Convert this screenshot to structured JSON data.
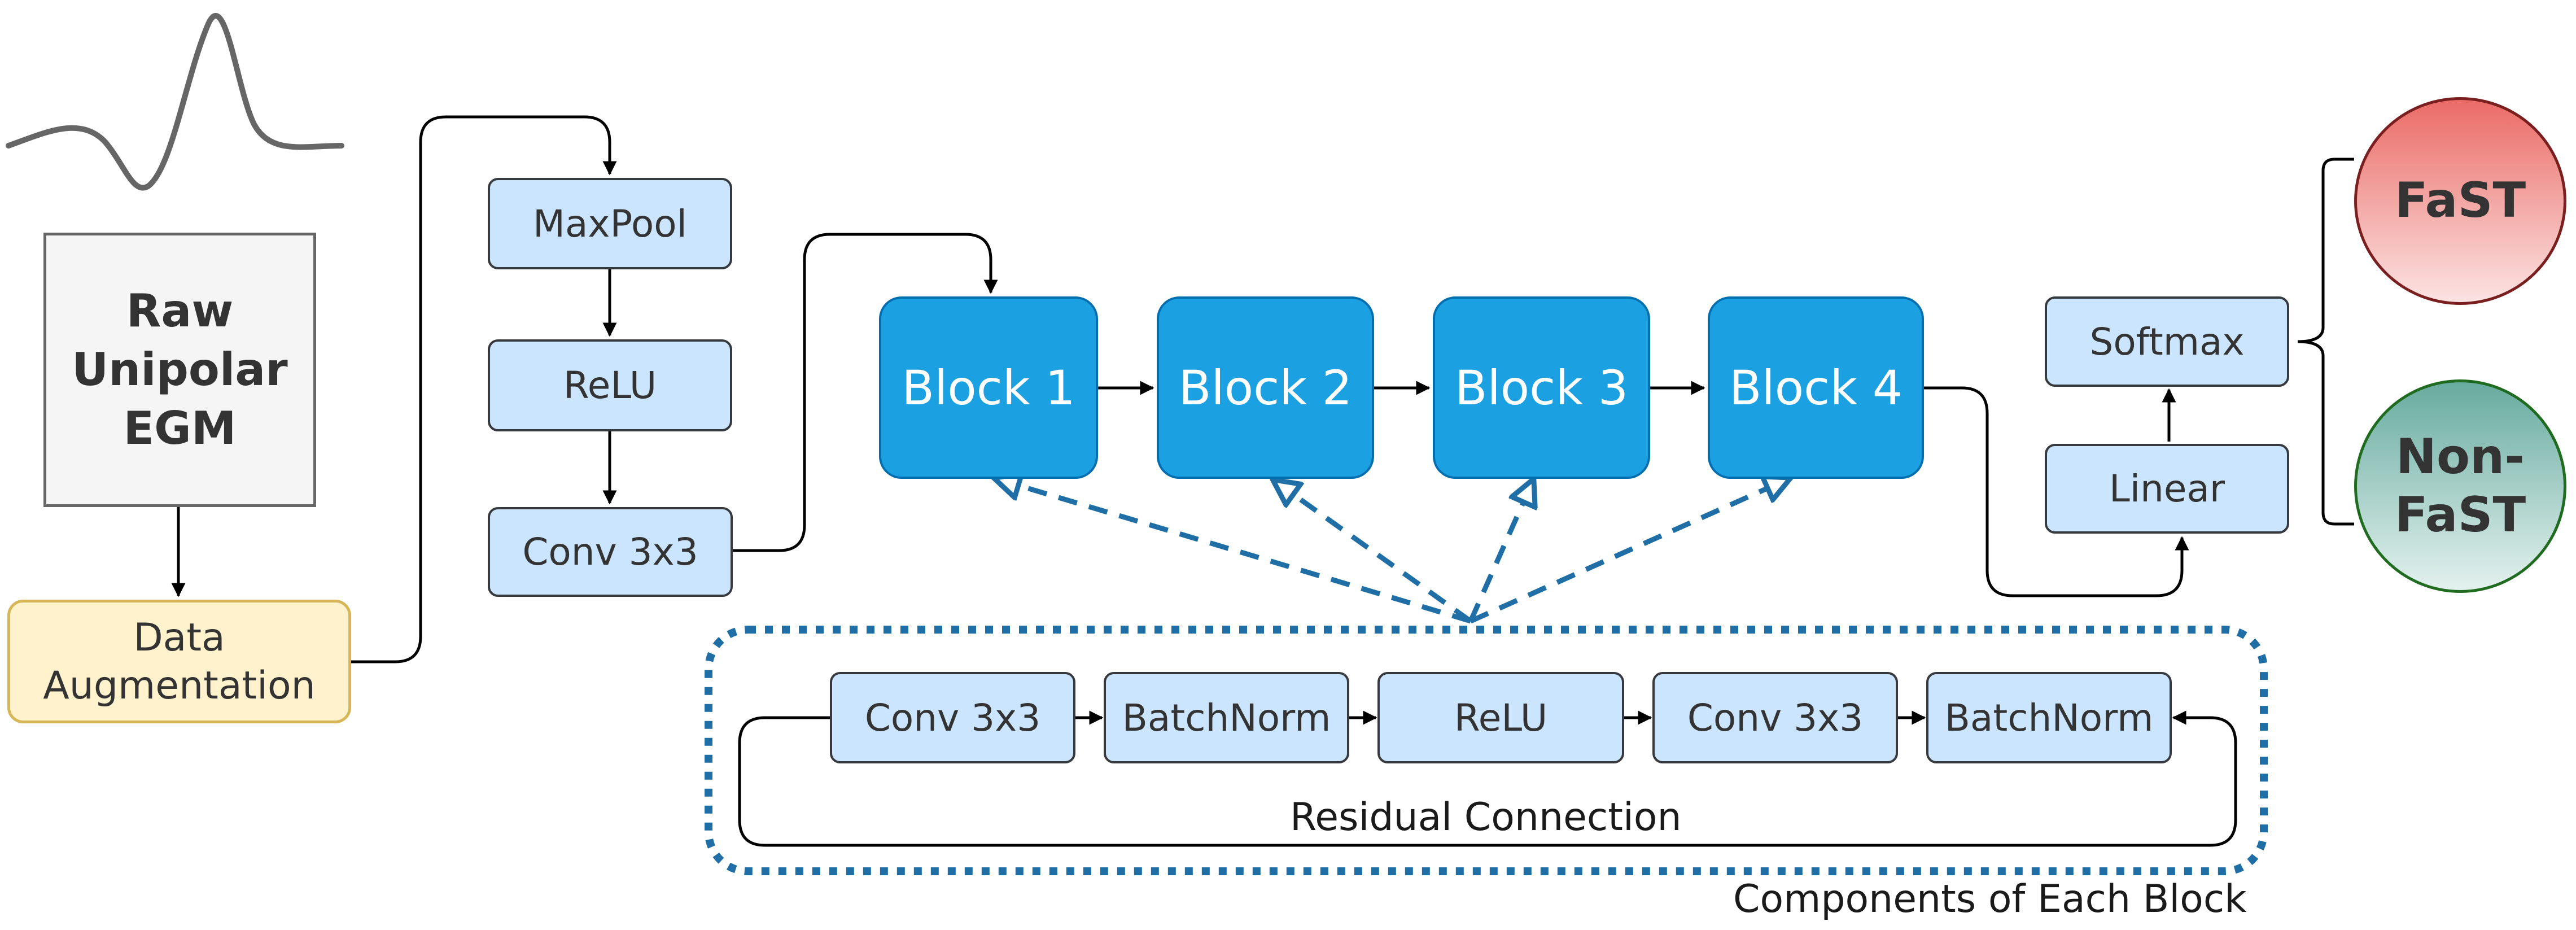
{
  "input": {
    "raw_egm": [
      "Raw",
      "Unipolar",
      "EGM"
    ],
    "data_augmentation": [
      "Data",
      "Augmentation"
    ]
  },
  "stem": {
    "maxpool": "MaxPool",
    "relu": "ReLU",
    "conv": "Conv 3x3"
  },
  "blocks": [
    "Block 1",
    "Block 2",
    "Block 3",
    "Block 4"
  ],
  "head": {
    "linear": "Linear",
    "softmax": "Softmax"
  },
  "outputs": {
    "fast": "FaST",
    "non_fast": [
      "Non-",
      "FaST"
    ]
  },
  "block_components": {
    "layers": [
      "Conv 3x3",
      "BatchNorm",
      "ReLU",
      "Conv 3x3",
      "BatchNorm"
    ],
    "residual_label": "Residual Connection",
    "caption": "Components of Each Block"
  },
  "colors": {
    "block_fill": "#1ba1e2",
    "layer_fill": "#cce5ff",
    "augmentation_fill": "#fff2cc",
    "raw_fill": "#f5f5f5",
    "fast_fill": "#ea6b66",
    "non_fast_fill": "#67ab9f",
    "dashed_blue": "#1f6fa6"
  }
}
